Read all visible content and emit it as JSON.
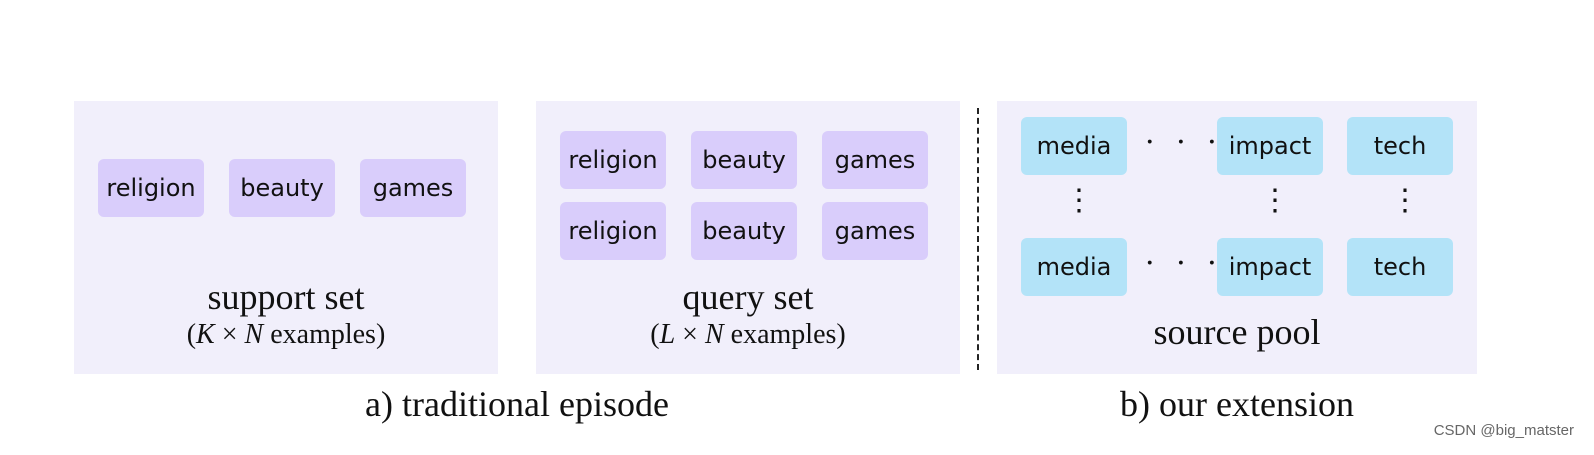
{
  "panel_a": {
    "support": {
      "tags": [
        "religion",
        "beauty",
        "games"
      ],
      "title": "support set",
      "subtitle_open": "(",
      "subtitle_var1": "K",
      "subtitle_times": "×",
      "subtitle_var2": "N",
      "subtitle_rest": "examples)"
    },
    "query": {
      "row1": [
        "religion",
        "beauty",
        "games"
      ],
      "row2": [
        "religion",
        "beauty",
        "games"
      ],
      "title": "query set",
      "subtitle_open": "(",
      "subtitle_var1": "L",
      "subtitle_times": "×",
      "subtitle_var2": "N",
      "subtitle_rest": "examples)"
    },
    "caption": "a) traditional episode"
  },
  "panel_b": {
    "row1": [
      "media",
      "impact",
      "tech"
    ],
    "row2": [
      "media",
      "impact",
      "tech"
    ],
    "hdots": "· · ·",
    "vdots": "⋮",
    "title": "source pool",
    "caption": "b) our extension"
  },
  "watermark": "CSDN @big_matster",
  "colors": {
    "panel_bg": "#f1effb",
    "purple_tag": "#d9cdfb",
    "blue_tag": "#b3e3f8"
  }
}
